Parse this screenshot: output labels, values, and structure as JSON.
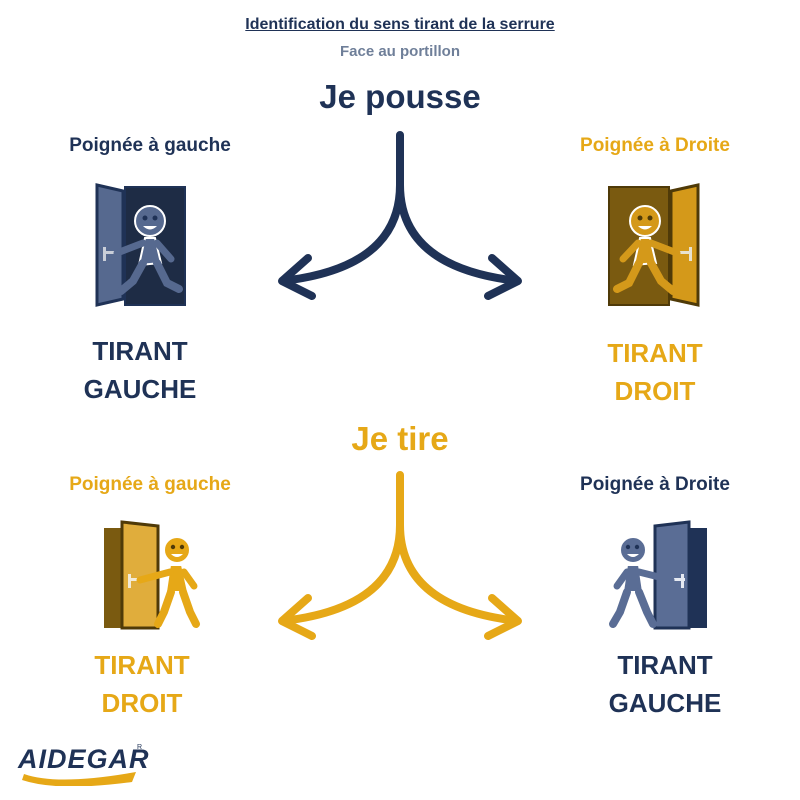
{
  "header": {
    "title": "Identification du sens tirant de la serrure",
    "subtitle": "Face au portillon"
  },
  "push": {
    "label": "Je pousse",
    "left": {
      "handle": "Poignée à gauche",
      "result_line1": "TIRANT",
      "result_line2": "GAUCHE"
    },
    "right": {
      "handle": "Poignée à Droite",
      "result_line1": "TIRANT",
      "result_line2": "DROIT"
    }
  },
  "pull": {
    "label": "Je tire",
    "left": {
      "handle": "Poignée à gauche",
      "result_line1": "TIRANT",
      "result_line2": "DROIT"
    },
    "right": {
      "handle": "Poignée à Droite",
      "result_line1": "TIRANT",
      "result_line2": "GAUCHE"
    }
  },
  "logo": {
    "text": "AIDEGAR",
    "mark": "R"
  },
  "colors": {
    "navy": "#1f3256",
    "gold": "#e6a817",
    "gray": "#6f7f99"
  }
}
